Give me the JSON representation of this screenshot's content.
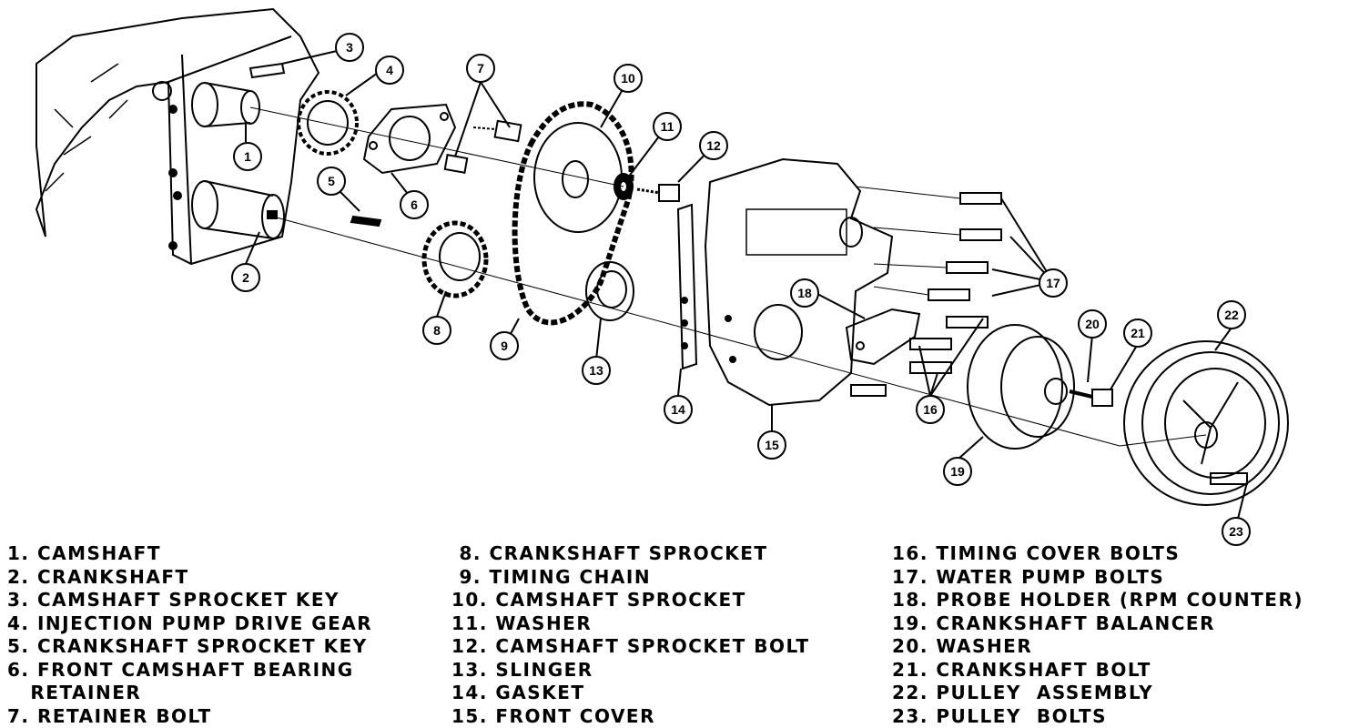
{
  "legend": {
    "col1": [
      "1. CAMSHAFT",
      "2. CRANKSHAFT",
      "3. CAMSHAFT SPROCKET KEY",
      "4. INJECTION PUMP DRIVE GEAR",
      "5. CRANKSHAFT SPROCKET KEY",
      "6. FRONT CAMSHAFT BEARING",
      "   RETAINER",
      "7. RETAINER BOLT"
    ],
    "col2": [
      " 8. CRANKSHAFT SPROCKET",
      " 9. TIMING CHAIN",
      "10. CAMSHAFT SPROCKET",
      "11. WASHER",
      "12. CAMSHAFT SPROCKET BOLT",
      "13. SLINGER",
      "14. GASKET",
      "15. FRONT COVER"
    ],
    "col3": [
      "16. TIMING COVER BOLTS",
      "17. WATER PUMP BOLTS",
      "18. PROBE HOLDER (RPM COUNTER)",
      "19. CRANKSHAFT BALANCER",
      "20. WASHER",
      "21. CRANKSHAFT BOLT",
      "22. PULLEY  ASSEMBLY",
      "23. PULLEY  BOLTS"
    ]
  },
  "callouts": [
    "1",
    "2",
    "3",
    "4",
    "5",
    "6",
    "7",
    "8",
    "9",
    "10",
    "11",
    "12",
    "13",
    "14",
    "15",
    "16",
    "17",
    "18",
    "19",
    "20",
    "21",
    "22",
    "23"
  ]
}
